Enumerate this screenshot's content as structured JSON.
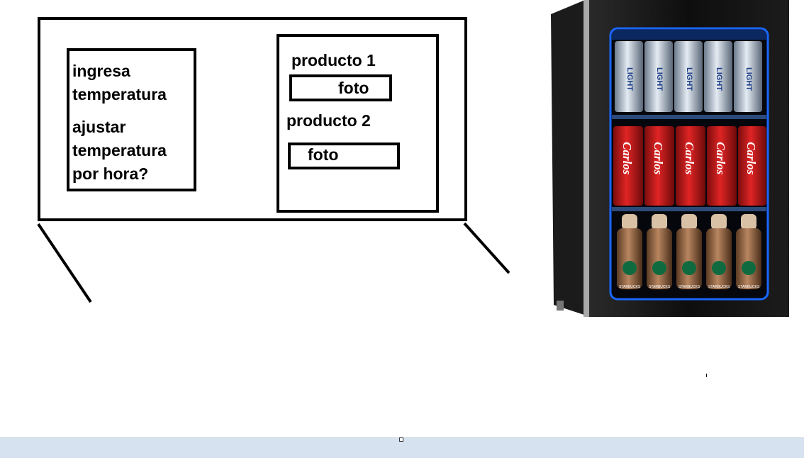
{
  "left_panel": {
    "line1": "ingresa",
    "line2": "temperatura",
    "line3": "ajustar",
    "line4": "temperatura",
    "line5": "por hora?"
  },
  "right_panel": {
    "product1_label": "producto 1",
    "photo1_label": "foto",
    "product2_label": "producto 2",
    "photo2_label": "foto"
  },
  "fridge_image": {
    "can_brand_top": "LIGHT",
    "can_brand_middle": "Carlos",
    "bottle_brand": "STARBUCKS"
  },
  "colors": {
    "fridge_body": "#111111",
    "led_glow": "#1a66ff",
    "can_red": "#c81b1b",
    "strip_bg": "#d7e2f0"
  }
}
